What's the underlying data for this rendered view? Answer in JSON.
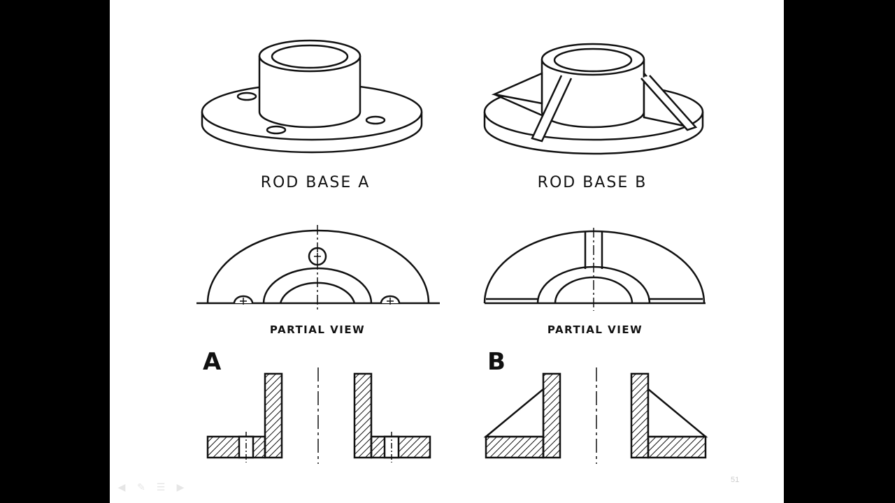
{
  "figure": {
    "rod_a": {
      "title": "ROD BASE A",
      "partial_view": "PARTIAL VIEW",
      "section_letter": "A"
    },
    "rod_b": {
      "title": "ROD BASE B",
      "partial_view": "PARTIAL VIEW",
      "section_letter": "B"
    }
  },
  "slide": {
    "page_number": "51"
  },
  "nav_icons": [
    "arrow-left-icon",
    "pen-icon",
    "menu-icon",
    "arrow-right-icon"
  ],
  "colors": {
    "ink": "#111111",
    "slide_bg": "#ffffff",
    "frame_bg": "#000000"
  }
}
